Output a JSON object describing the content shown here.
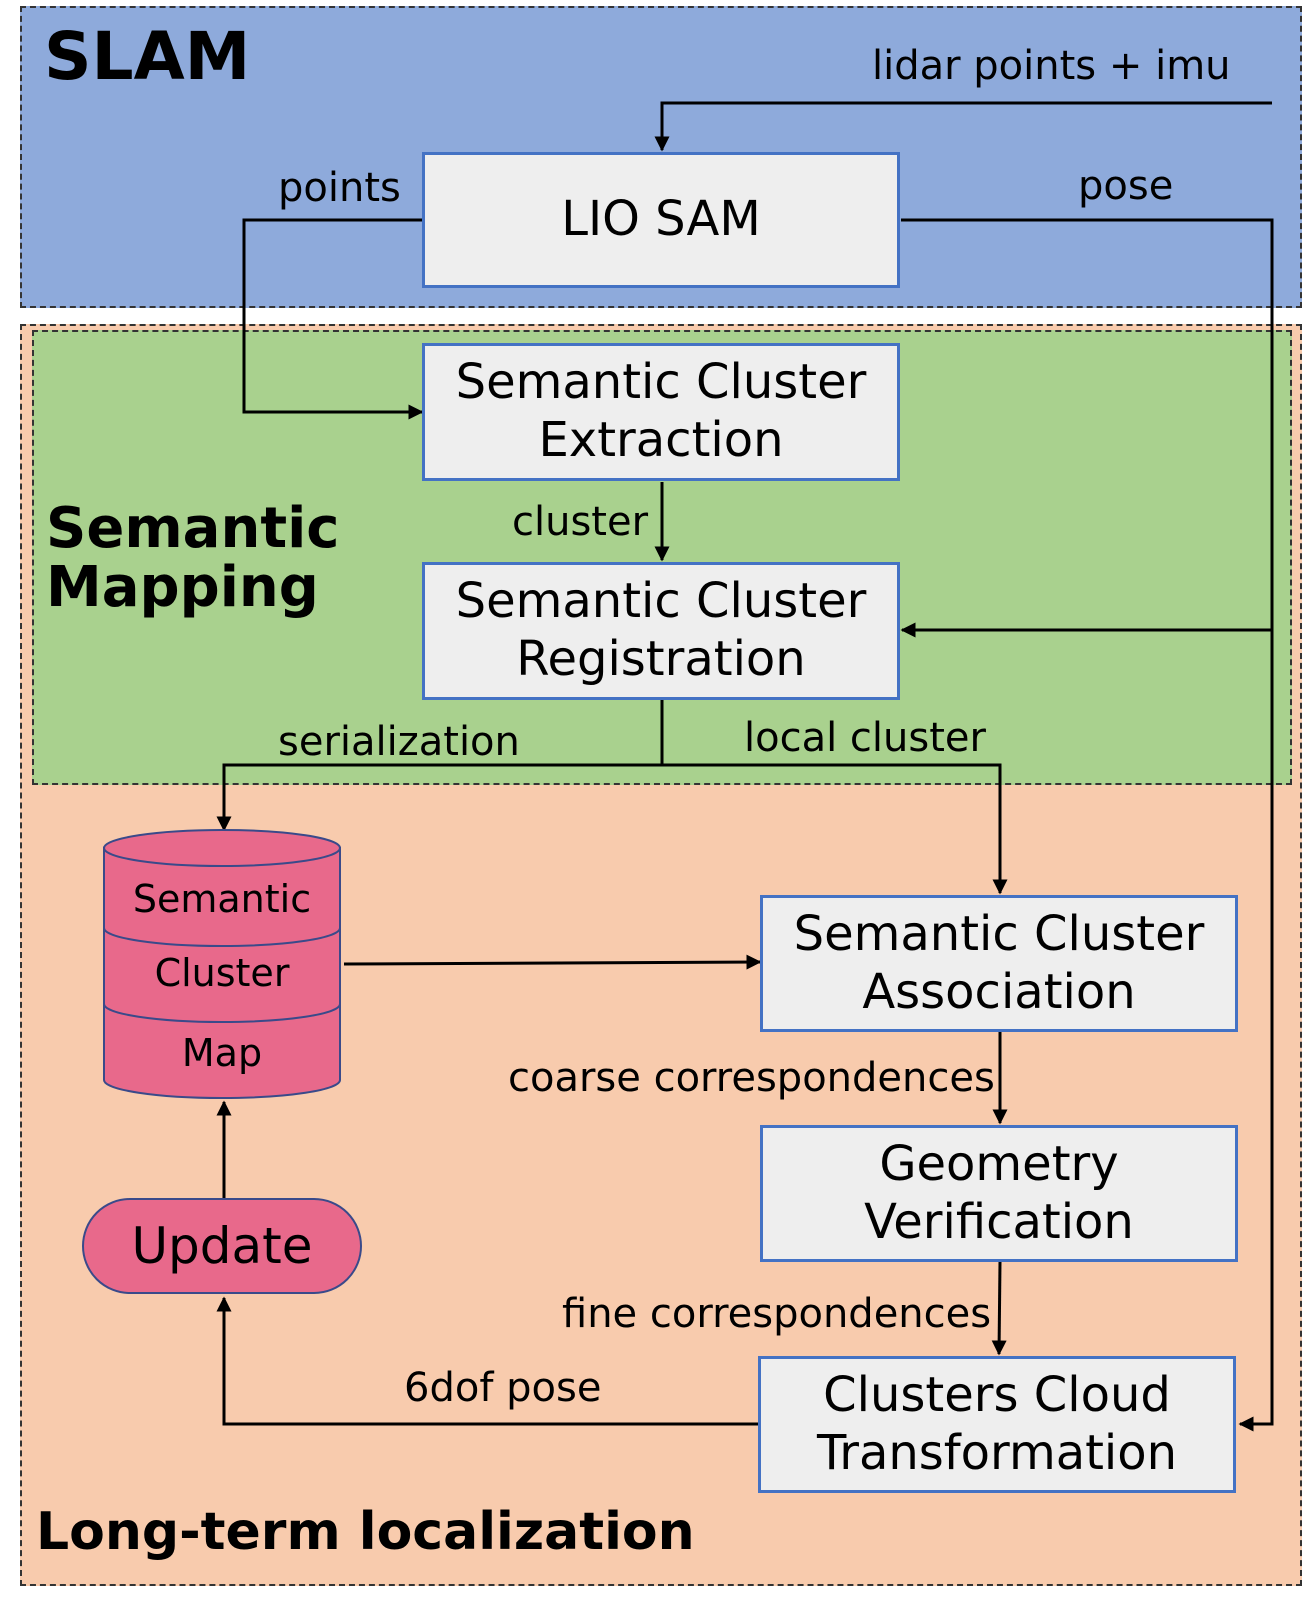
{
  "regions": {
    "slam": "SLAM",
    "semantic_mapping": "Semantic\nMapping",
    "localization": "Long-term localization"
  },
  "boxes": {
    "lio_sam": "LIO SAM",
    "extraction": "Semantic Cluster\nExtraction",
    "registration": "Semantic Cluster\nRegistration",
    "association": "Semantic Cluster\nAssociation",
    "verification": "Geometry\nVerification",
    "transformation": "Clusters Cloud\nTransformation"
  },
  "database": {
    "line1": "Semantic",
    "line2": "Cluster",
    "line3": "Map"
  },
  "update": "Update",
  "labels": {
    "input": "lidar points + imu",
    "points": "points",
    "pose": "pose",
    "cluster": "cluster",
    "serialization": "serialization",
    "local_cluster": "local cluster",
    "coarse": "coarse correspondences",
    "fine": "fine correspondences",
    "sixdof": "6dof pose"
  },
  "colors": {
    "slam_bg": "#8eaadb",
    "mapping_bg": "#a9d18e",
    "localization_bg": "#f8cbad",
    "box_fill": "#eeeeee",
    "box_border": "#4472c4",
    "database_fill": "#e8698b"
  }
}
